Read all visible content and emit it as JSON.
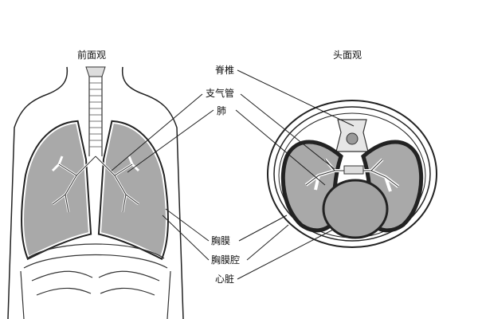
{
  "titles": {
    "front": "前面观",
    "top": "头面观"
  },
  "labels": {
    "spine": "脊椎",
    "bronchus": "支气管",
    "lung": "肺",
    "pleura": "胸膜",
    "pleural_cavity": "胸膜腔",
    "heart": "心脏"
  },
  "colors": {
    "lung_fill": "#a9a9a9",
    "heart_fill": "#a3a3a3",
    "line": "#222222",
    "background": "#ffffff"
  }
}
